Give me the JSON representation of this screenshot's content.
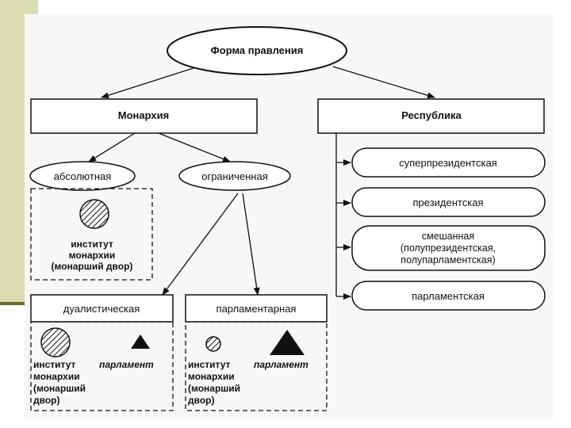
{
  "diagram": {
    "root": "Форма правления",
    "monarchy": "Монархия",
    "republic": "Республика",
    "absolute": "абсолютная",
    "limited": "ограниченная",
    "absolute_institution": [
      "институт",
      "монархии",
      "(монарший двор)"
    ],
    "dualistic": "дуалистическая",
    "parliamentary_monarchy": "парламентарная",
    "institution_word": "институт",
    "parliament_word": "парламент",
    "monarchy_lines": [
      "монархии",
      "(монарший",
      "двор)"
    ],
    "republic_types": [
      "суперпрезидентская",
      "президентская",
      [
        "смешанная",
        "(полупрезидентская,",
        "полупарламентская)"
      ],
      "парламентская"
    ]
  }
}
